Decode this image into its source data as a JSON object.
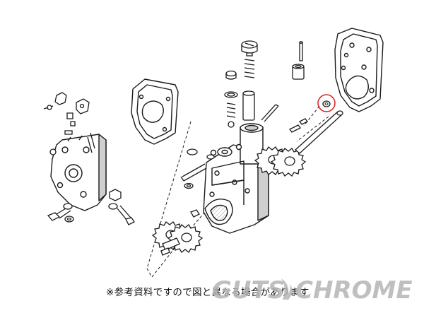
{
  "note": "※参考資料ですので図と異なる場合があります",
  "watermark": {
    "text_left": "GUTS",
    "text_right": "CHROME",
    "color": "#b5b5b5"
  },
  "colors": {
    "line": "#1a1a1a",
    "fill": "#ffffff",
    "shadow": "#cfcfcf",
    "highlight": "#d92b2b"
  },
  "highlighted_part": "thrust-washer (circled in red)"
}
